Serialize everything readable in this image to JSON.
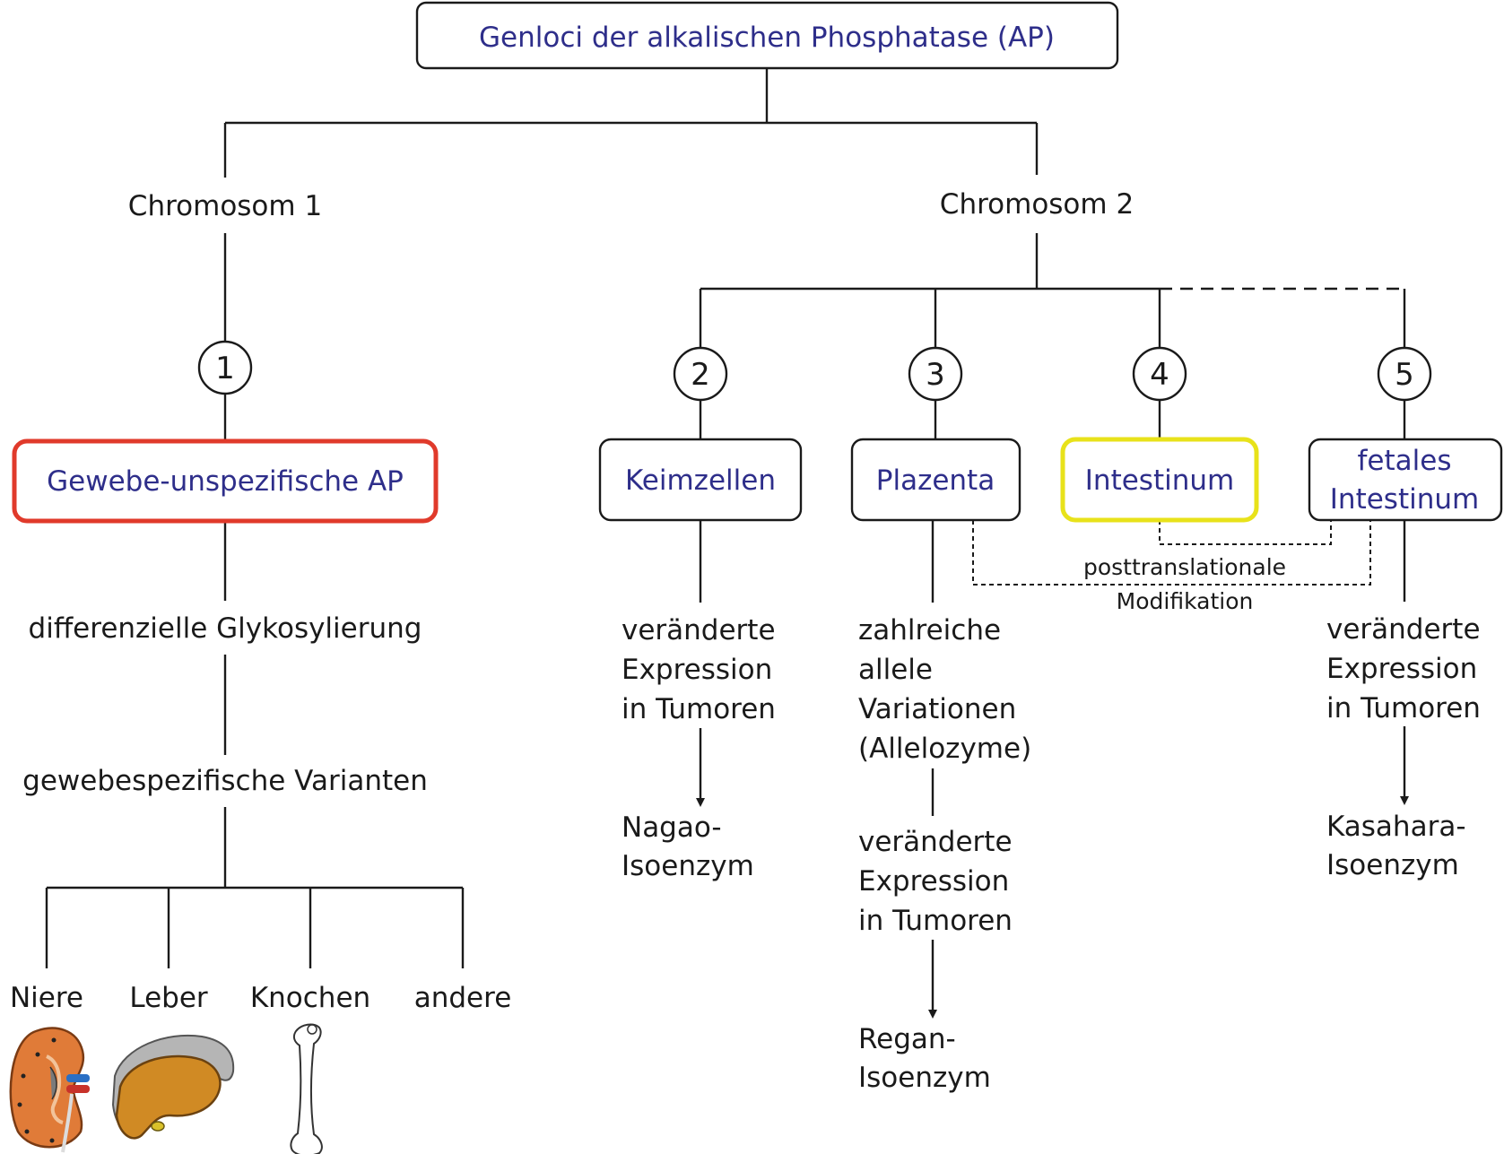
{
  "root": "Genloci der alkalischen Phosphatase (AP)",
  "chromosomes": {
    "c1": "Chromosom 1",
    "c2": "Chromosom 2"
  },
  "numbers": [
    "1",
    "2",
    "3",
    "4",
    "5"
  ],
  "boxes": {
    "gewebe": "Gewebe-unspezifische AP",
    "keimzellen": "Keimzellen",
    "plazenta": "Plazenta",
    "intestinum": "Intestinum",
    "fetales_1": "fetales",
    "fetales_2": "Intestinum"
  },
  "highlight_colors": {
    "gewebe_border": "#e03a2b",
    "intestinum_border": "#e8e21a",
    "box_text": "#2e2e8a"
  },
  "left_branch": {
    "glyko": "differenzielle Glykosylierung",
    "varianten": "gewebespezifische Varianten",
    "tissues": [
      "Niere",
      "Leber",
      "Knochen",
      "andere"
    ]
  },
  "keim_text": [
    "veränderte",
    "Expression",
    "in Tumoren"
  ],
  "nagao": [
    "Nagao-",
    "Isoenzym"
  ],
  "plaz_text1": [
    "zahlreiche",
    "allele",
    "Variationen",
    "(Allelozyme)"
  ],
  "plaz_text2": [
    "veränderte",
    "Expression",
    "in Tumoren"
  ],
  "regan": [
    "Regan-",
    "Isoenzym"
  ],
  "post": [
    "posttranslationale",
    "Modifikation"
  ],
  "fetal_text": [
    "veränderte",
    "Expression",
    "in Tumoren"
  ],
  "kasahara": [
    "Kasahara-",
    "Isoenzym"
  ],
  "icons": [
    "kidney-icon",
    "liver-icon",
    "bone-icon"
  ]
}
